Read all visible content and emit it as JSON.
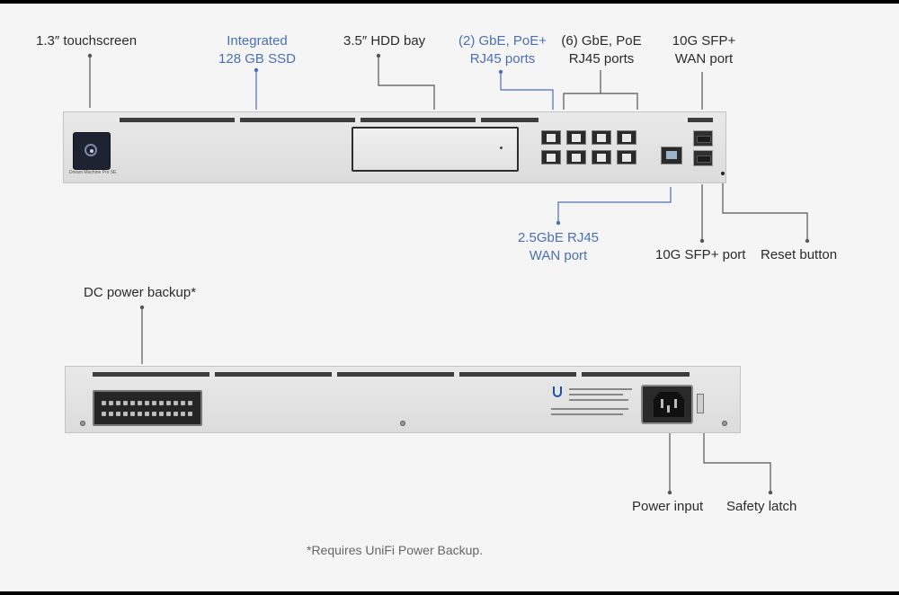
{
  "front_labels": {
    "touchscreen": "1.3″ touchscreen",
    "ssd_line1": "Integrated",
    "ssd_line2": "128 GB SSD",
    "hdd": "3.5″ HDD bay",
    "poe_plus_line1": "(2) GbE, PoE+",
    "poe_plus_line2": "RJ45 ports",
    "poe_line1": "(6) GbE, PoE",
    "poe_line2": "RJ45 ports",
    "sfp_wan_line1": "10G SFP+",
    "sfp_wan_line2": "WAN port",
    "wan25_line1": "2.5GbE RJ45",
    "wan25_line2": "WAN port",
    "sfp_port": "10G SFP+ port",
    "reset": "Reset button"
  },
  "back_labels": {
    "dc_power": "DC power backup*",
    "power_input": "Power input",
    "safety_latch": "Safety latch"
  },
  "device_text": {
    "model": "Dream Machine Pro SE"
  },
  "footnote": "*Requires UniFi Power Backup.",
  "colors": {
    "accent_blue": "#4a6fb5",
    "text": "#2b2b2b"
  }
}
